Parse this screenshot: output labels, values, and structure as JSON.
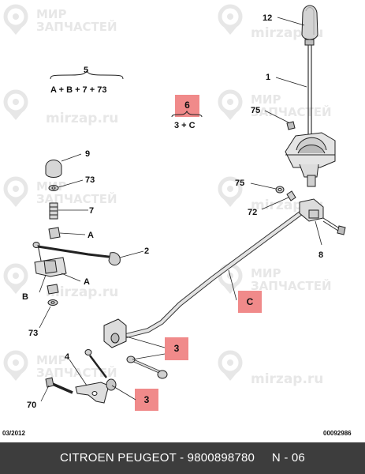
{
  "watermarks": [
    {
      "line1": "МИР",
      "line2": "ЗАПЧАСТЕЙ"
    },
    {
      "line1": "",
      "line2": "mirzap.ru"
    }
  ],
  "callouts": {
    "c12": "12",
    "c1": "1",
    "c75a": "75",
    "c75b": "75",
    "c72": "72",
    "c8": "8",
    "c9": "9",
    "c73a": "73",
    "c7": "7",
    "cA1": "A",
    "c2": "2",
    "cA2": "A",
    "cB": "B",
    "c73b": "73",
    "c4": "4",
    "c70": "70"
  },
  "formulas": {
    "f5_num": "5",
    "f5_expr": "A + B + 7 + 73",
    "f6_num": "6",
    "f6_expr": "3 + C"
  },
  "highlights": {
    "h3a": "3",
    "h3b": "3",
    "hC": "C"
  },
  "colors": {
    "highlight": "#f08a8a",
    "footer_bg": "#3d3d3d",
    "watermark": "#e7e7e7"
  },
  "meta": {
    "date": "03/2012",
    "ref": "00092986"
  },
  "footer": {
    "text": "CITROEN PEUGEOT - 9800898780     N - 06"
  }
}
